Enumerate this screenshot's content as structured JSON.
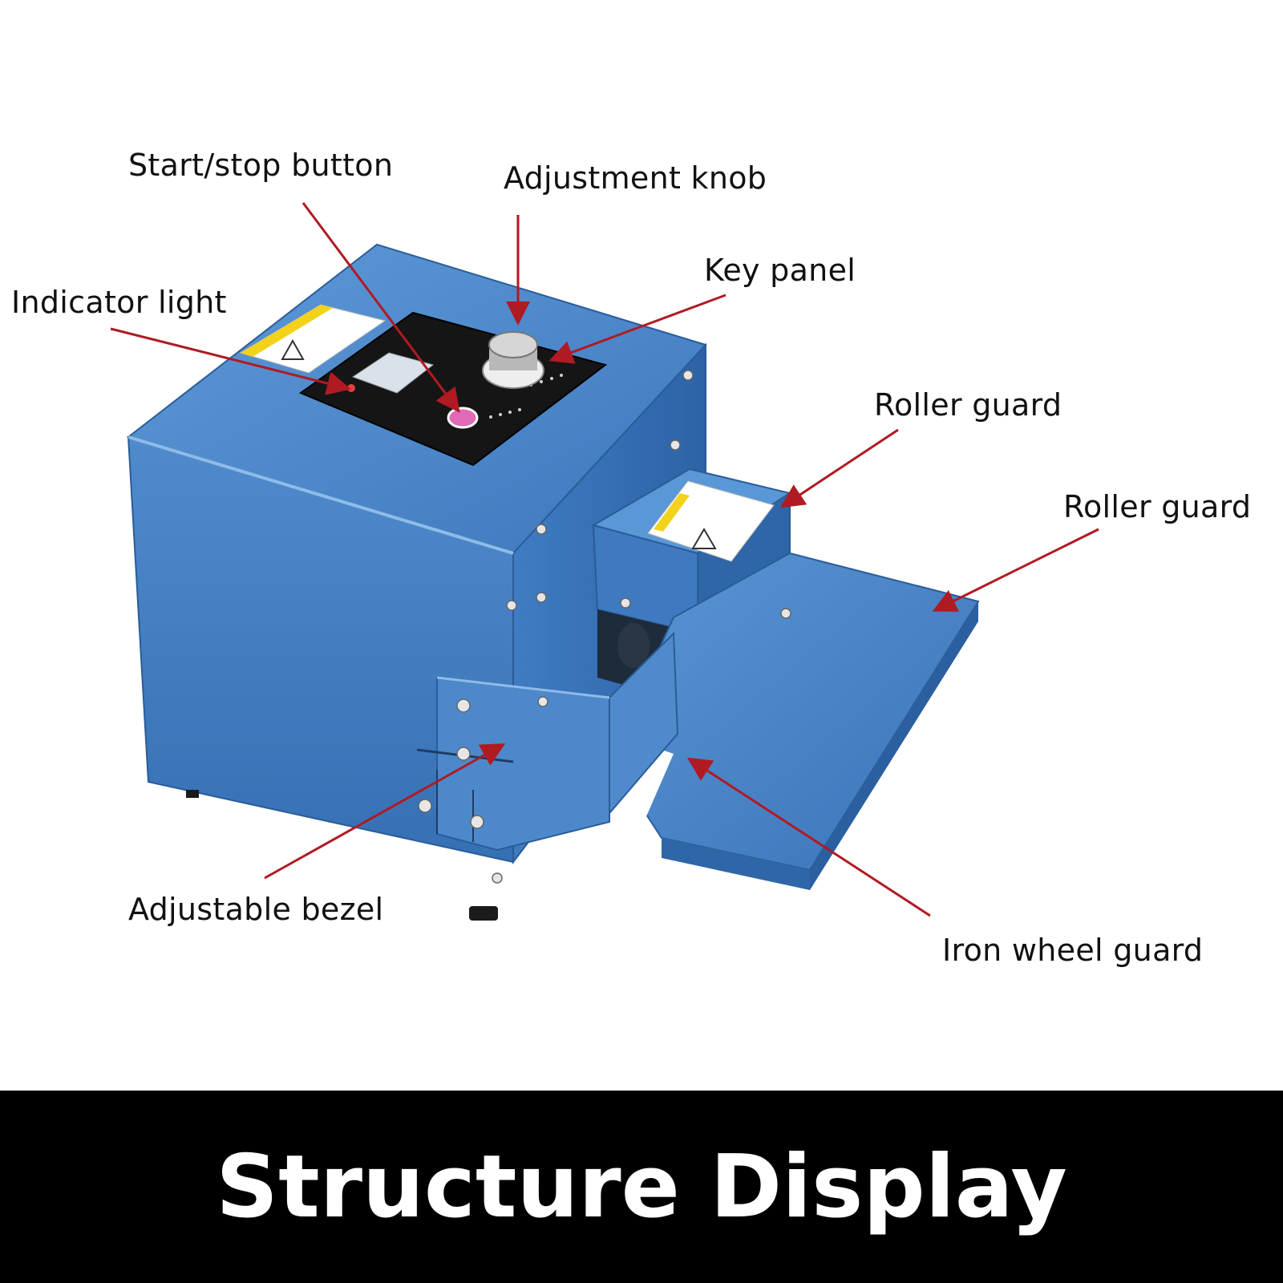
{
  "labels": {
    "start_stop": "Start/stop button",
    "adjustment_knob": "Adjustment knob",
    "key_panel": "Key panel",
    "indicator_light": "Indicator light",
    "roller_guard_1": "Roller guard",
    "roller_guard_2": "Roller guard",
    "adjustable_bezel": "Adjustable bezel",
    "iron_wheel_guard": "Iron wheel guard"
  },
  "footer": {
    "title": "Structure Display"
  },
  "colors": {
    "machine_blue": "#4a86c8",
    "machine_dark": "#2f62a3",
    "arrow": "#b01a22",
    "warning_yellow": "#f2d21b",
    "footer_bg": "#000000"
  }
}
